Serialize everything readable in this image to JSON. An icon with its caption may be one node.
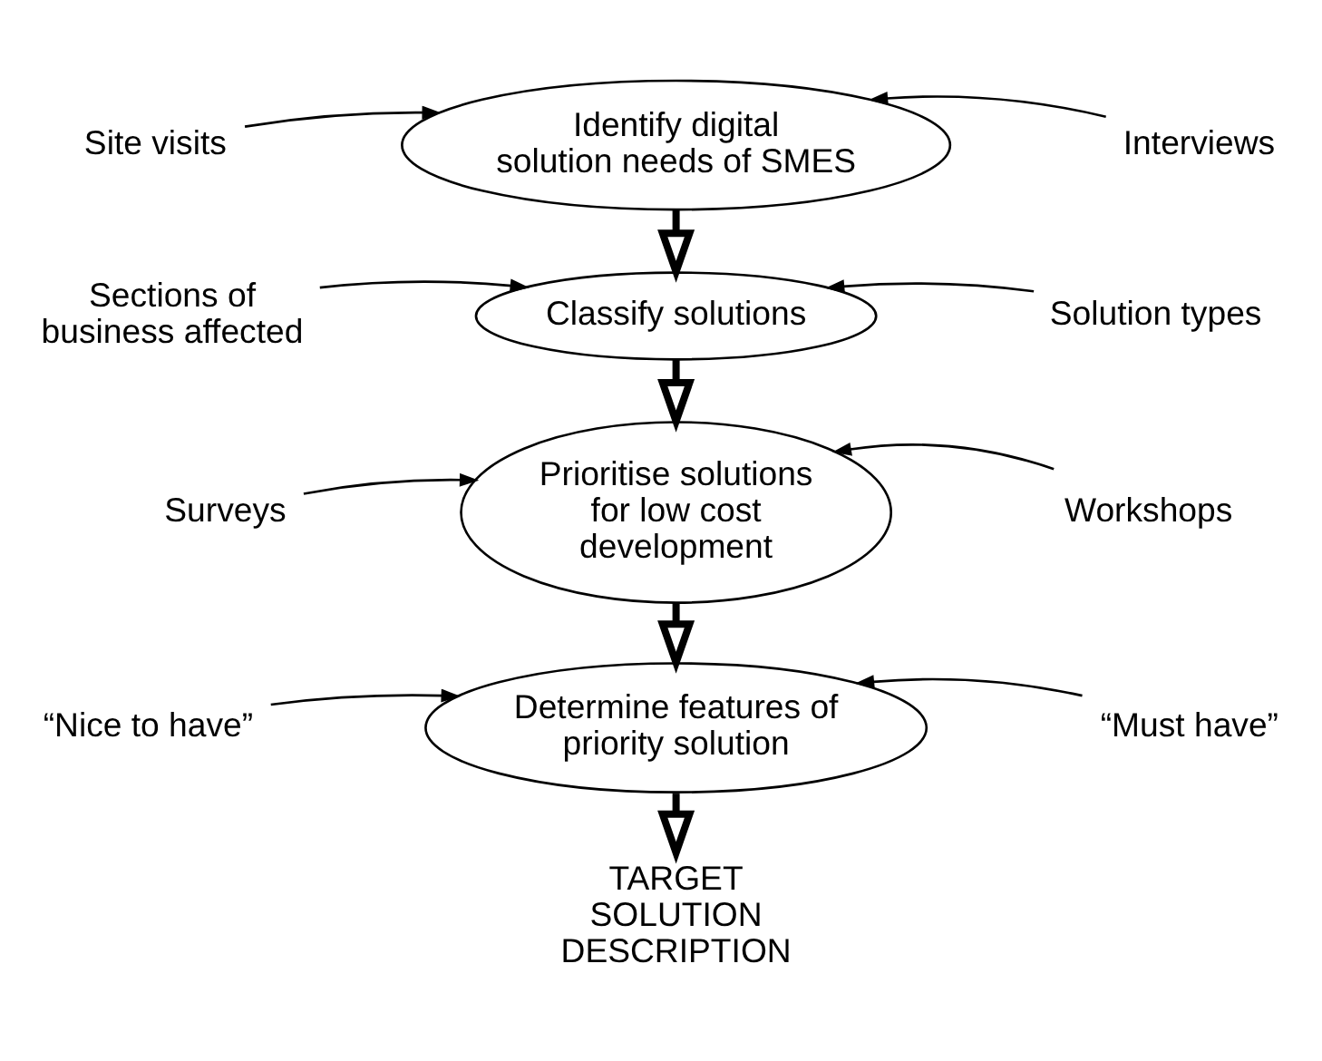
{
  "diagram": {
    "nodes": [
      {
        "text": [
          "Identify digital solution needs of SMES"
        ]
      },
      {
        "text": [
          "Site visits"
        ]
      },
      {
        "text": [
          "Interviews"
        ]
      },
      {
        "text": [
          "Classify solutions"
        ]
      },
      {
        "text": [
          "Sections of business affected"
        ]
      },
      {
        "text": [
          "Solution types"
        ]
      },
      {
        "text": [
          "Prioritise solutions for low cost development"
        ]
      },
      {
        "text": [
          "Surveys"
        ]
      },
      {
        "text": [
          "Workshops"
        ]
      },
      {
        "text": [
          "Determine features of priority solution"
        ]
      },
      {
        "text": [
          "“Nice to have”"
        ]
      },
      {
        "text": [
          "“Must have”"
        ]
      },
      {
        "text": [
          "TARGET SOLUTION DESCRIPTION"
        ]
      }
    ],
    "edges": [
      {
        "from": 1,
        "to": 0,
        "arrow": "to"
      },
      {
        "from": 2,
        "to": 0,
        "arrow": "to"
      },
      {
        "from": 0,
        "to": 3,
        "arrow": "to",
        "style": "thick"
      },
      {
        "from": 4,
        "to": 3,
        "arrow": "to"
      },
      {
        "from": 5,
        "to": 3,
        "arrow": "to"
      },
      {
        "from": 3,
        "to": 6,
        "arrow": "to",
        "style": "thick"
      },
      {
        "from": 7,
        "to": 6,
        "arrow": "to"
      },
      {
        "from": 8,
        "to": 6,
        "arrow": "to"
      },
      {
        "from": 6,
        "to": 9,
        "arrow": "to",
        "style": "thick"
      },
      {
        "from": 10,
        "to": 9,
        "arrow": "to"
      },
      {
        "from": 11,
        "to": 9,
        "arrow": "to"
      },
      {
        "from": 9,
        "to": 12,
        "arrow": "to",
        "style": "thick"
      }
    ]
  }
}
